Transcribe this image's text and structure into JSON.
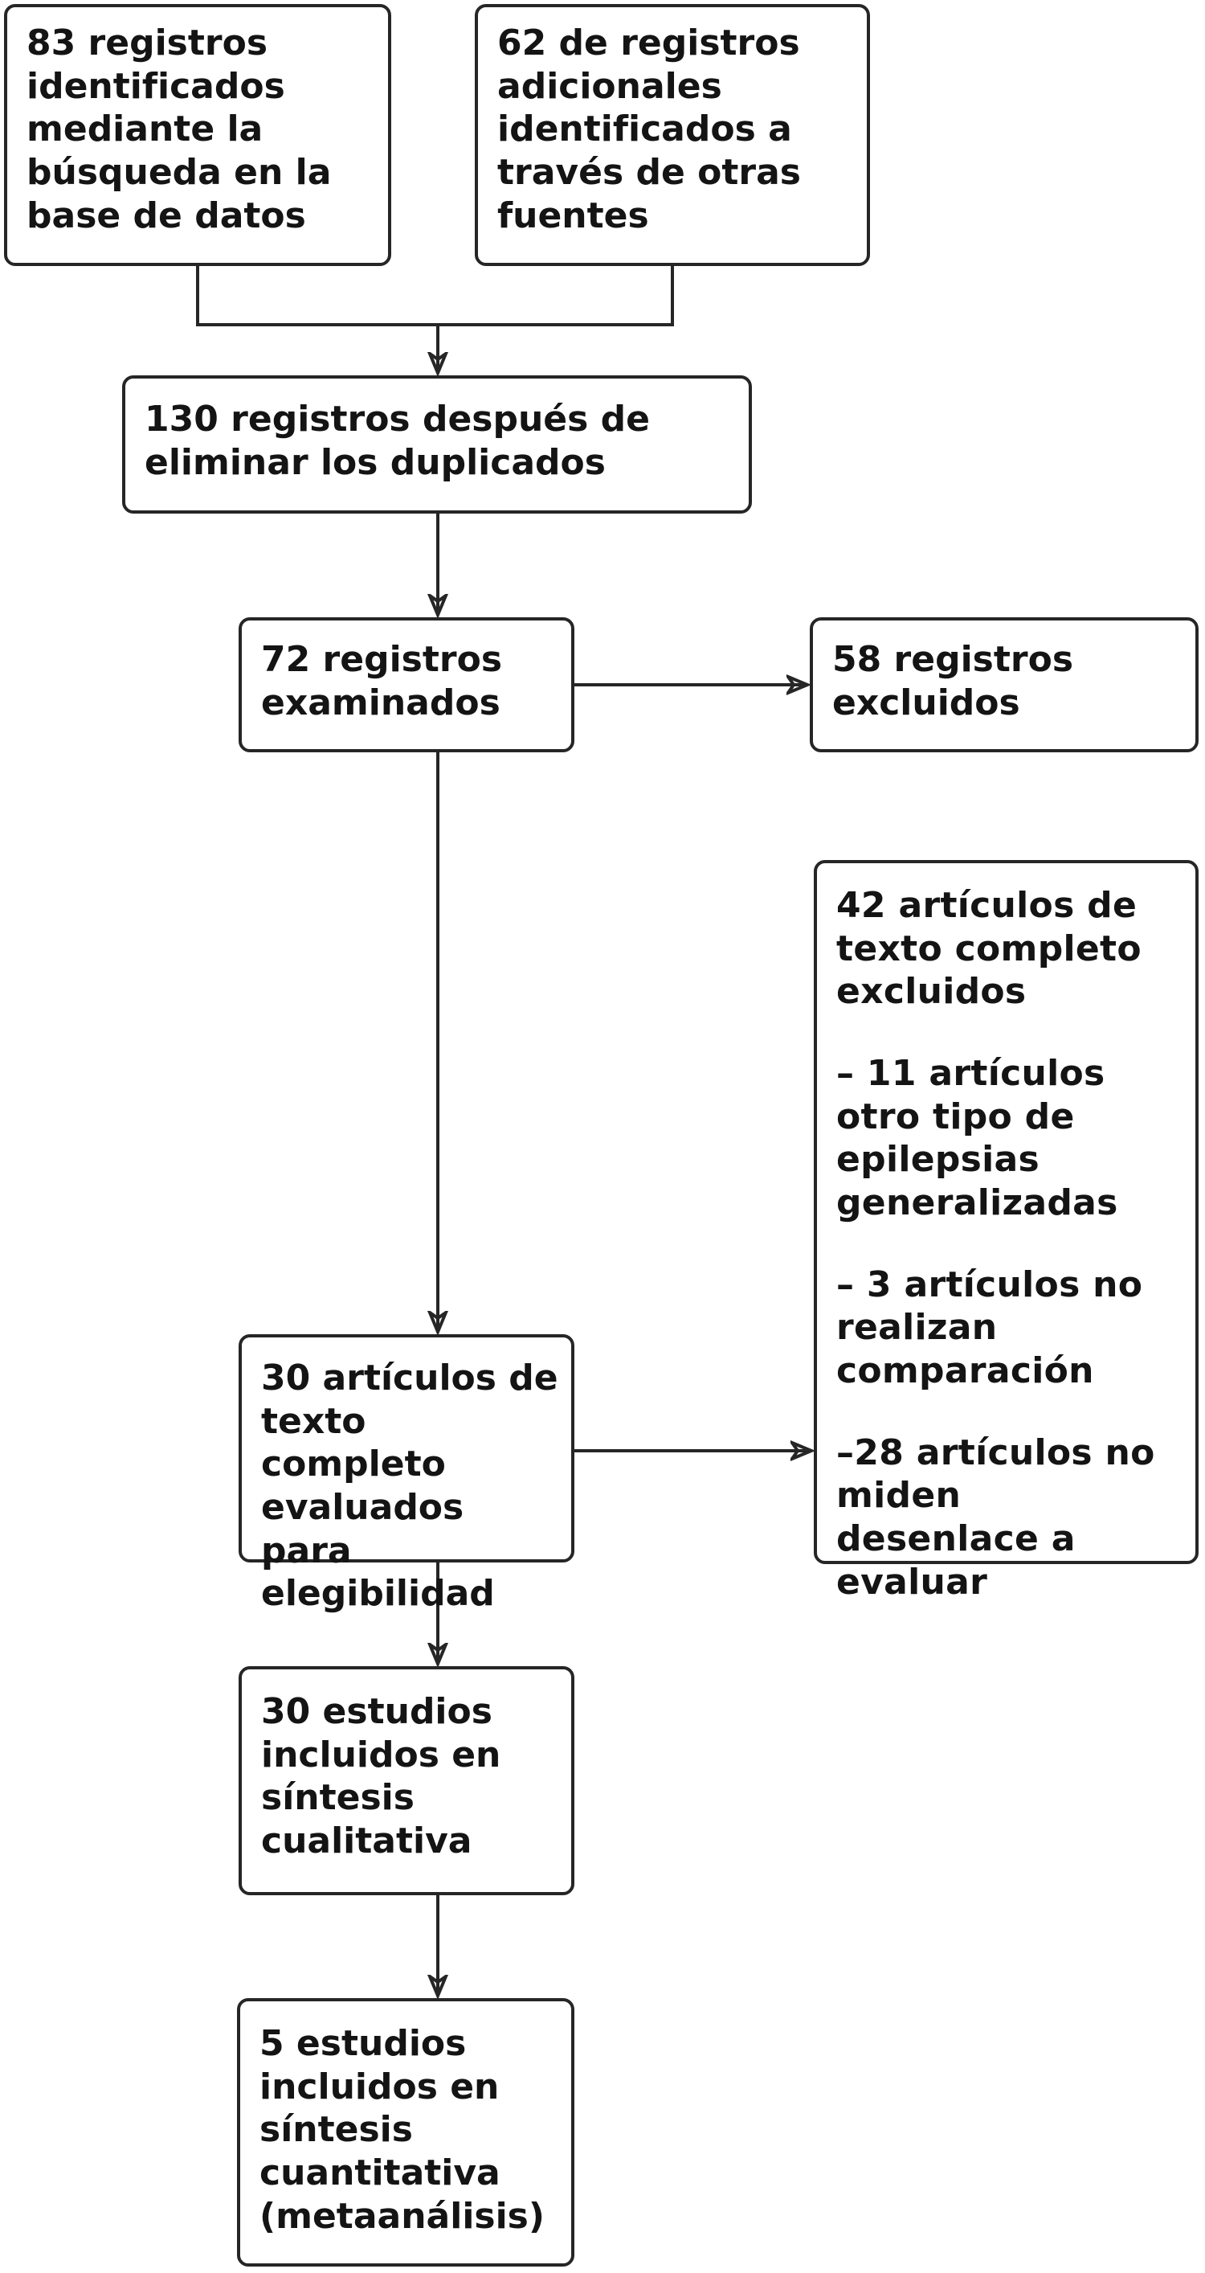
{
  "diagram": {
    "type": "flowchart",
    "language": "es",
    "colors": {
      "box_border": "#262626",
      "box_background": "#ffffff",
      "text": "#141414",
      "connector": "#262626"
    },
    "boxes": [
      {
        "id": "records-database",
        "text": "83 registros identificados mediante la búsqueda en la base de datos"
      },
      {
        "id": "records-other-sources",
        "text": "62 de registros adicionales identificados a través de otras fuentes"
      },
      {
        "id": "records-after-duplicates",
        "text": "130 registros después de eliminar los duplicados"
      },
      {
        "id": "records-screened",
        "text": "72 registros examinados"
      },
      {
        "id": "records-excluded",
        "text": "58 registros excluidos"
      },
      {
        "id": "fulltext-assessed",
        "text": "30 artículos de texto completo evaluados para elegibilidad"
      },
      {
        "id": "fulltext-excluded",
        "title": "42 artículos de texto completo excluidos",
        "reasons": [
          "– 11 artículos otro tipo de epilepsias generalizadas",
          "– 3 artículos no realizan comparación",
          "–28 artículos no miden desenlace a evaluar"
        ]
      },
      {
        "id": "qualitative-synthesis",
        "text": "30 estudios incluidos en síntesis cualitativa"
      },
      {
        "id": "quantitative-synthesis",
        "text": "5 estudios incluidos en síntesis cuantitativa (metaanálisis)"
      }
    ]
  }
}
